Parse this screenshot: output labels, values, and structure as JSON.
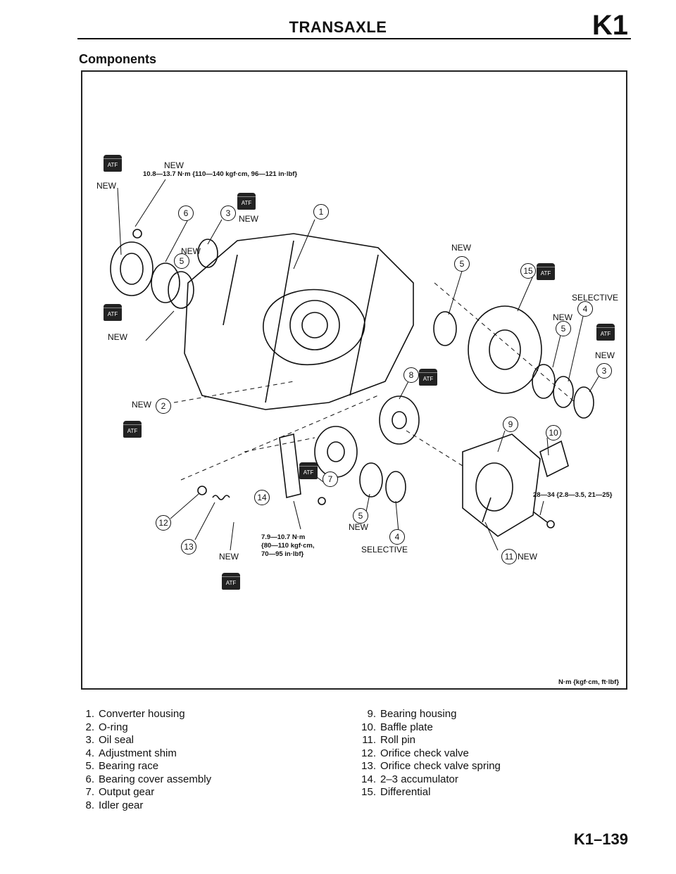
{
  "header": {
    "title": "TRANSAXLE",
    "section_code": "K1"
  },
  "section_heading": "Components",
  "figure": {
    "units_note": "N·m {kgf·cm, ft·lbf}",
    "atf_label": "ATF",
    "labels": {
      "new": "NEW",
      "selective": "SELECTIVE",
      "torque_bearing_cover": "10.8—13.7 N·m {110—140 kgf·cm, 96—121 in·lbf}",
      "torque_baffle": "28—34 {2.8—3.5, 21—25}",
      "torque_accumulator_1": "7.9—10.7 N·m",
      "torque_accumulator_2": "{80—110 kgf·cm,",
      "torque_accumulator_3": "70—95 in·lbf}"
    },
    "callouts": {
      "c1": "1",
      "c2": "2",
      "c3": "3",
      "c4": "4",
      "c5": "5",
      "c6": "6",
      "c7": "7",
      "c8": "8",
      "c9": "9",
      "c10": "10",
      "c11": "11",
      "c12": "12",
      "c13": "13",
      "c14": "14",
      "c15": "15"
    }
  },
  "parts_left": [
    {
      "num": "1.",
      "name": "Converter housing"
    },
    {
      "num": "2.",
      "name": "O-ring"
    },
    {
      "num": "3.",
      "name": "Oil seal"
    },
    {
      "num": "4.",
      "name": "Adjustment shim"
    },
    {
      "num": "5.",
      "name": "Bearing race"
    },
    {
      "num": "6.",
      "name": "Bearing cover assembly"
    },
    {
      "num": "7.",
      "name": "Output gear"
    },
    {
      "num": "8.",
      "name": "Idler gear"
    }
  ],
  "parts_right": [
    {
      "num": "9.",
      "name": "Bearing housing"
    },
    {
      "num": "10.",
      "name": "Baffle plate"
    },
    {
      "num": "11.",
      "name": "Roll pin"
    },
    {
      "num": "12.",
      "name": "Orifice check valve"
    },
    {
      "num": "13.",
      "name": "Orifice check valve spring"
    },
    {
      "num": "14.",
      "name": "2–3 accumulator"
    },
    {
      "num": "15.",
      "name": "Differential"
    }
  ],
  "page_number": "K1–139"
}
